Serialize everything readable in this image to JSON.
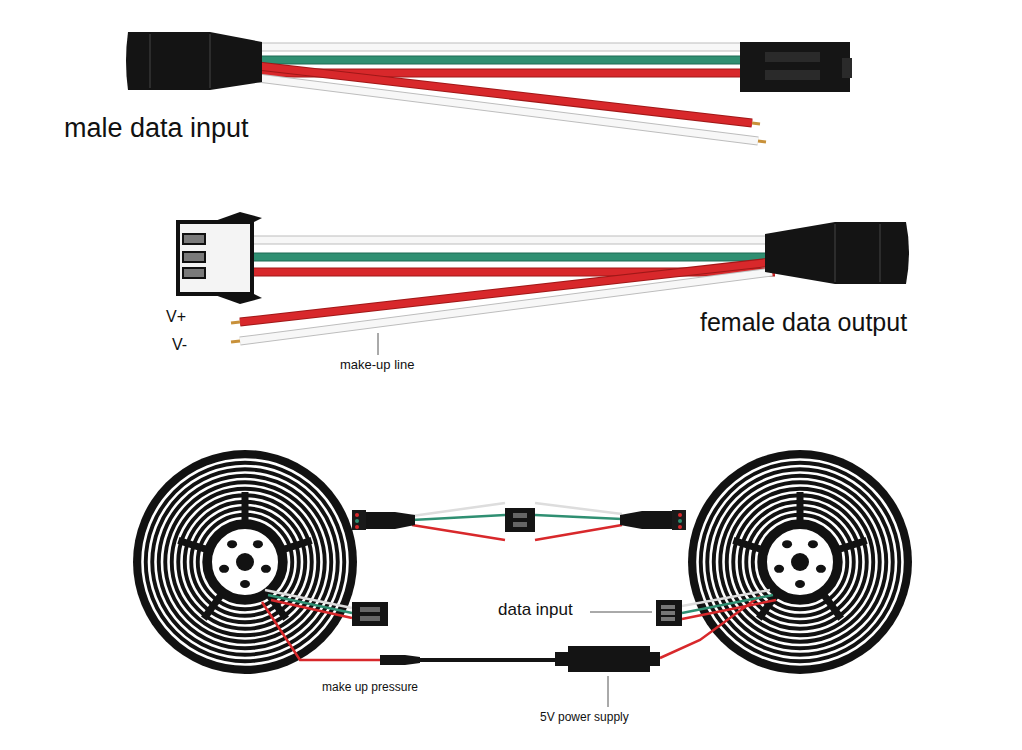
{
  "diagram": {
    "labels": [
      "male data input",
      "V+",
      "V-",
      "make-up line",
      "female data output",
      "data input",
      "make up pressure",
      "5V power supply"
    ]
  }
}
